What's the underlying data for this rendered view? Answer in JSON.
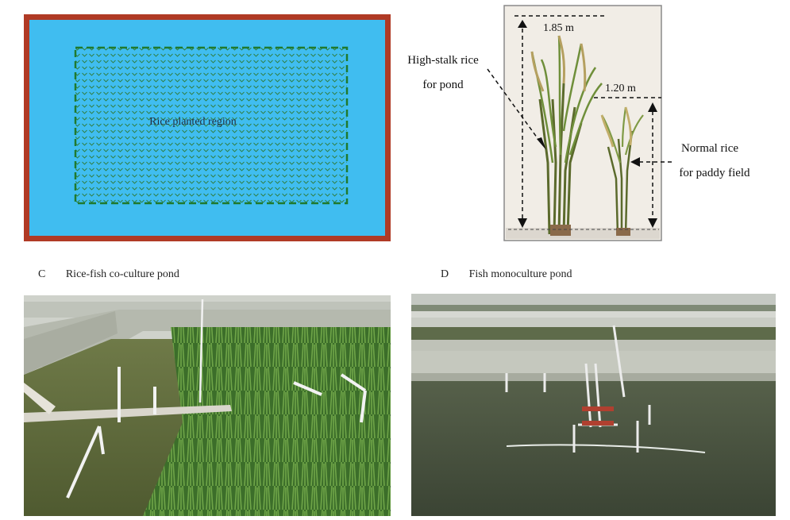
{
  "panel_a": {
    "region_label": "Rice planted region",
    "colors": {
      "water": "#40bdf0",
      "border": "#b03a25",
      "rice_region": "#1f7a2e"
    }
  },
  "panel_b": {
    "tall_height": "1.85 m",
    "short_height": "1.20 m",
    "tall_label_line1": "High-stalk rice",
    "tall_label_line2": "for pond",
    "short_label_line1": "Normal rice",
    "short_label_line2": "for paddy field"
  },
  "panel_c": {
    "letter": "C",
    "title": "Rice-fish co-culture pond"
  },
  "panel_d": {
    "letter": "D",
    "title": "Fish monoculture pond"
  }
}
